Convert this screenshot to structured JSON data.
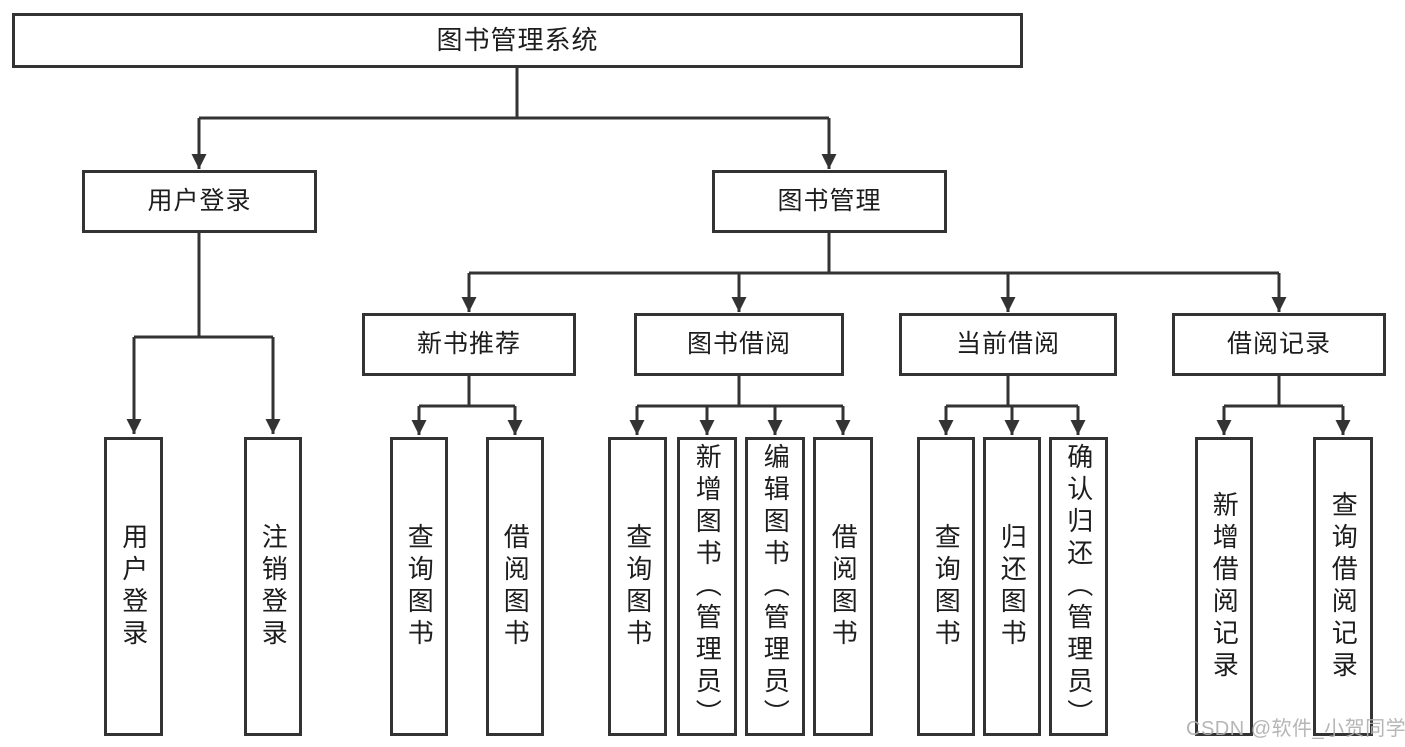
{
  "colors": {
    "line": "#333333",
    "text": "#1d1d1d",
    "background": "#ffffff",
    "watermark": "#b0b0b0"
  },
  "watermark": {
    "text": "CSDN @软件_小贺同学"
  },
  "tree": {
    "label": "图书管理系统",
    "children": [
      {
        "label": "用户登录",
        "children": [
          {
            "label": "用户登录"
          },
          {
            "label": "注销登录"
          }
        ]
      },
      {
        "label": "图书管理",
        "children": [
          {
            "label": "新书推荐",
            "children": [
              {
                "label": "查询图书"
              },
              {
                "label": "借阅图书"
              }
            ]
          },
          {
            "label": "图书借阅",
            "children": [
              {
                "label": "查询图书"
              },
              {
                "label": "新增图书（管理员）"
              },
              {
                "label": "编辑图书（管理员）"
              },
              {
                "label": "借阅图书"
              }
            ]
          },
          {
            "label": "当前借阅",
            "children": [
              {
                "label": "查询图书"
              },
              {
                "label": "归还图书"
              },
              {
                "label": "确认归还（管理员）"
              }
            ]
          },
          {
            "label": "借阅记录",
            "children": [
              {
                "label": "新增借阅记录"
              },
              {
                "label": "查询借阅记录"
              }
            ]
          }
        ]
      }
    ]
  }
}
